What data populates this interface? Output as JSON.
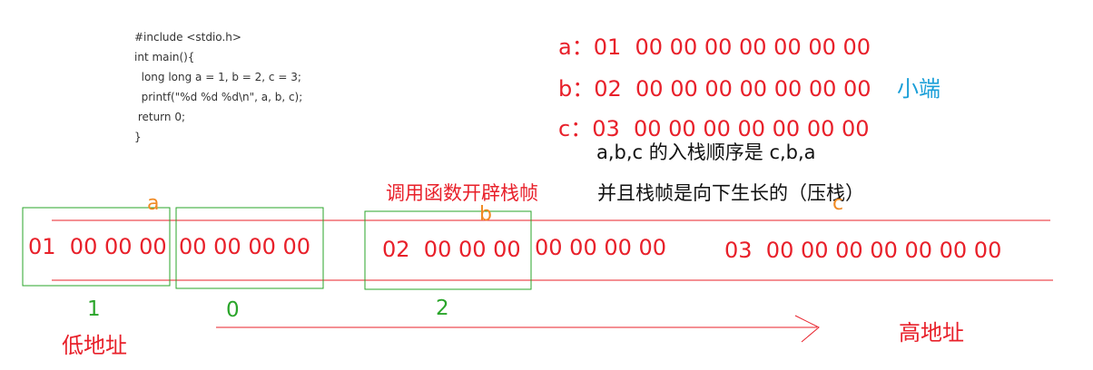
{
  "code": {
    "lines": [
      "#include <stdio.h>",
      "int main(){",
      "  long long a = 1, b = 2, c = 3;",
      "  printf(\"%d %d %d\\n\", a, b, c);",
      " return 0;",
      "}"
    ]
  },
  "values": {
    "a_line": "a：01  00 00 00 00 00 00 00",
    "b_line": "b：02  00 00 00 00 00 00 00",
    "c_line": "c：03  00 00 00 00 00 00 00",
    "endian_label": "小端"
  },
  "notes": {
    "push_order": "a,b,c 的入栈顺序是 c,b,a",
    "call_frame": "调用函数开辟栈帧",
    "frame_growth": "并且栈帧是向下生长的（压栈）"
  },
  "memory": {
    "labels": {
      "a": "a",
      "b": "b",
      "c": "c"
    },
    "seg_a1": "01  00 00 00",
    "seg_a2": "00 00 00 00",
    "seg_b1": "02  00 00 00",
    "seg_b2": "00 00 00 00",
    "seg_c": "03  00 00 00 00 00 00 00",
    "printed_values": [
      "1",
      "0",
      "2"
    ],
    "low_address": "低地址",
    "high_address": "高地址"
  },
  "colors": {
    "red": "#e8202a",
    "green": "#2aa52a",
    "orange": "#f08a24",
    "blue": "#1a9fd8"
  }
}
